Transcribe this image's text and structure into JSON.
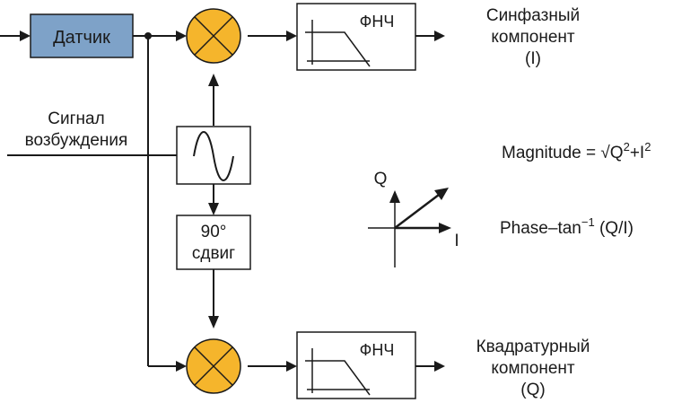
{
  "colors": {
    "sensor_fill": "#7ea2c8",
    "mixer_fill": "#f5b52c",
    "line": "#1a1a1a"
  },
  "icons": {
    "mixer": "circle-x-icon",
    "oscillator": "sine-wave-icon",
    "lowpass": "lowpass-filter-response-icon"
  },
  "sensor": {
    "label": "Датчик"
  },
  "lpf_top": {
    "label": "ФНЧ"
  },
  "lpf_bottom": {
    "label": "ФНЧ"
  },
  "excitation": {
    "line1": "Сигнал",
    "line2": "возбуждения"
  },
  "shift": {
    "line1": "90°",
    "line2": "сдвиг"
  },
  "output_i": {
    "line1": "Синфазный",
    "line2": "компонент",
    "line3": "(I)"
  },
  "output_q": {
    "line1": "Квадратурный",
    "line2": "компонент",
    "line3": "(Q)"
  },
  "formulas": {
    "magnitude_prefix": "Magnitude = √Q",
    "magnitude_sq1": "2",
    "magnitude_mid": "+I",
    "magnitude_sq2": "2",
    "phase_prefix": "Phase–tan",
    "phase_exp": "−1",
    "phase_suffix": " (Q/I)"
  },
  "vector": {
    "q_label": "Q",
    "i_label": "I"
  }
}
